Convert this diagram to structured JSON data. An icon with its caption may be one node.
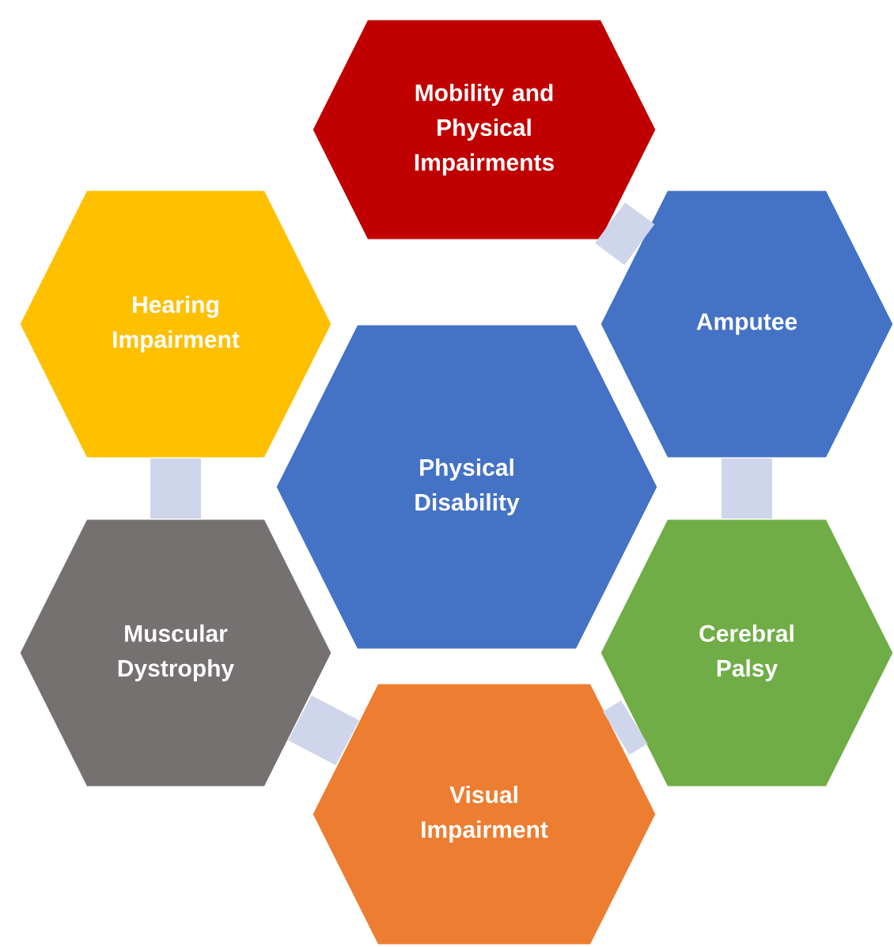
{
  "diagram": {
    "nodes": [
      {
        "text": [
          "Mobility and Physical Impairments"
        ]
      },
      {
        "text": [
          "Hearing Impairment"
        ]
      },
      {
        "text": [
          "Amputee"
        ]
      },
      {
        "text": [
          "Physical Disability"
        ]
      },
      {
        "text": [
          "Muscular Dystrophy"
        ]
      },
      {
        "text": [
          "Cerebral Palsy"
        ]
      },
      {
        "text": [
          "Visual Impairment"
        ]
      }
    ],
    "edges": [
      {
        "from": 0,
        "to": 2,
        "arrow": "none"
      },
      {
        "from": 2,
        "to": 5,
        "arrow": "none"
      },
      {
        "from": 5,
        "to": 6,
        "arrow": "none"
      },
      {
        "from": 6,
        "to": 4,
        "arrow": "none"
      },
      {
        "from": 4,
        "to": 1,
        "arrow": "none"
      }
    ]
  }
}
